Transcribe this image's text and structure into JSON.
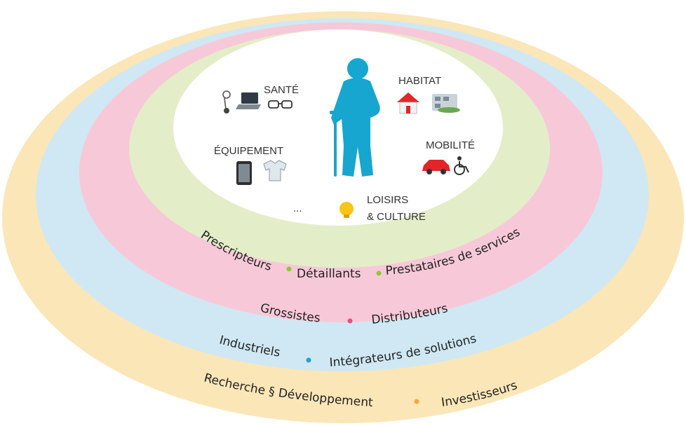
{
  "colors": {
    "ring_outer": "#fbe6b8",
    "ring_blue": "#cfe8f3",
    "ring_pink": "#f7c9d8",
    "ring_green": "#e3eec9",
    "center": "#ffffff",
    "person": "#17a6cf",
    "dot_green": "#8cc63f",
    "dot_pink": "#e8507a",
    "dot_blue": "#1fa6c8",
    "dot_orange": "#f2a93b",
    "house_red": "#e3242b",
    "car_red": "#e3242b",
    "bulb_yellow": "#f6c518"
  },
  "center": {
    "sante": "SANTÉ",
    "habitat": "HABITAT",
    "equipement": "ÉQUIPEMENT",
    "mobilite": "MOBILITÉ",
    "loisirs_line1": "LOISIRS",
    "loisirs_line2": "& CULTURE",
    "ellipsis": "..."
  },
  "icons": {
    "person": "elderly-person-with-cane-icon",
    "sante": [
      "stethoscope-icon",
      "laptop-icon",
      "glasses-icon"
    ],
    "habitat": [
      "house-icon",
      "building-icon"
    ],
    "equipement": [
      "tablet-icon",
      "shirt-icon"
    ],
    "mobilite": [
      "car-icon",
      "wheelchair-icon"
    ],
    "loisirs": [
      "lightbulb-icon"
    ]
  },
  "rings": {
    "green": {
      "items": [
        "Prescripteurs",
        "Détaillants",
        "Prestataires de services"
      ]
    },
    "pink": {
      "items": [
        "Grossistes",
        "Distributeurs"
      ]
    },
    "blue": {
      "items": [
        "Industriels",
        "Intégrateurs de solutions"
      ]
    },
    "outer": {
      "items": [
        "Recherche § Développement",
        "Investisseurs"
      ]
    }
  }
}
